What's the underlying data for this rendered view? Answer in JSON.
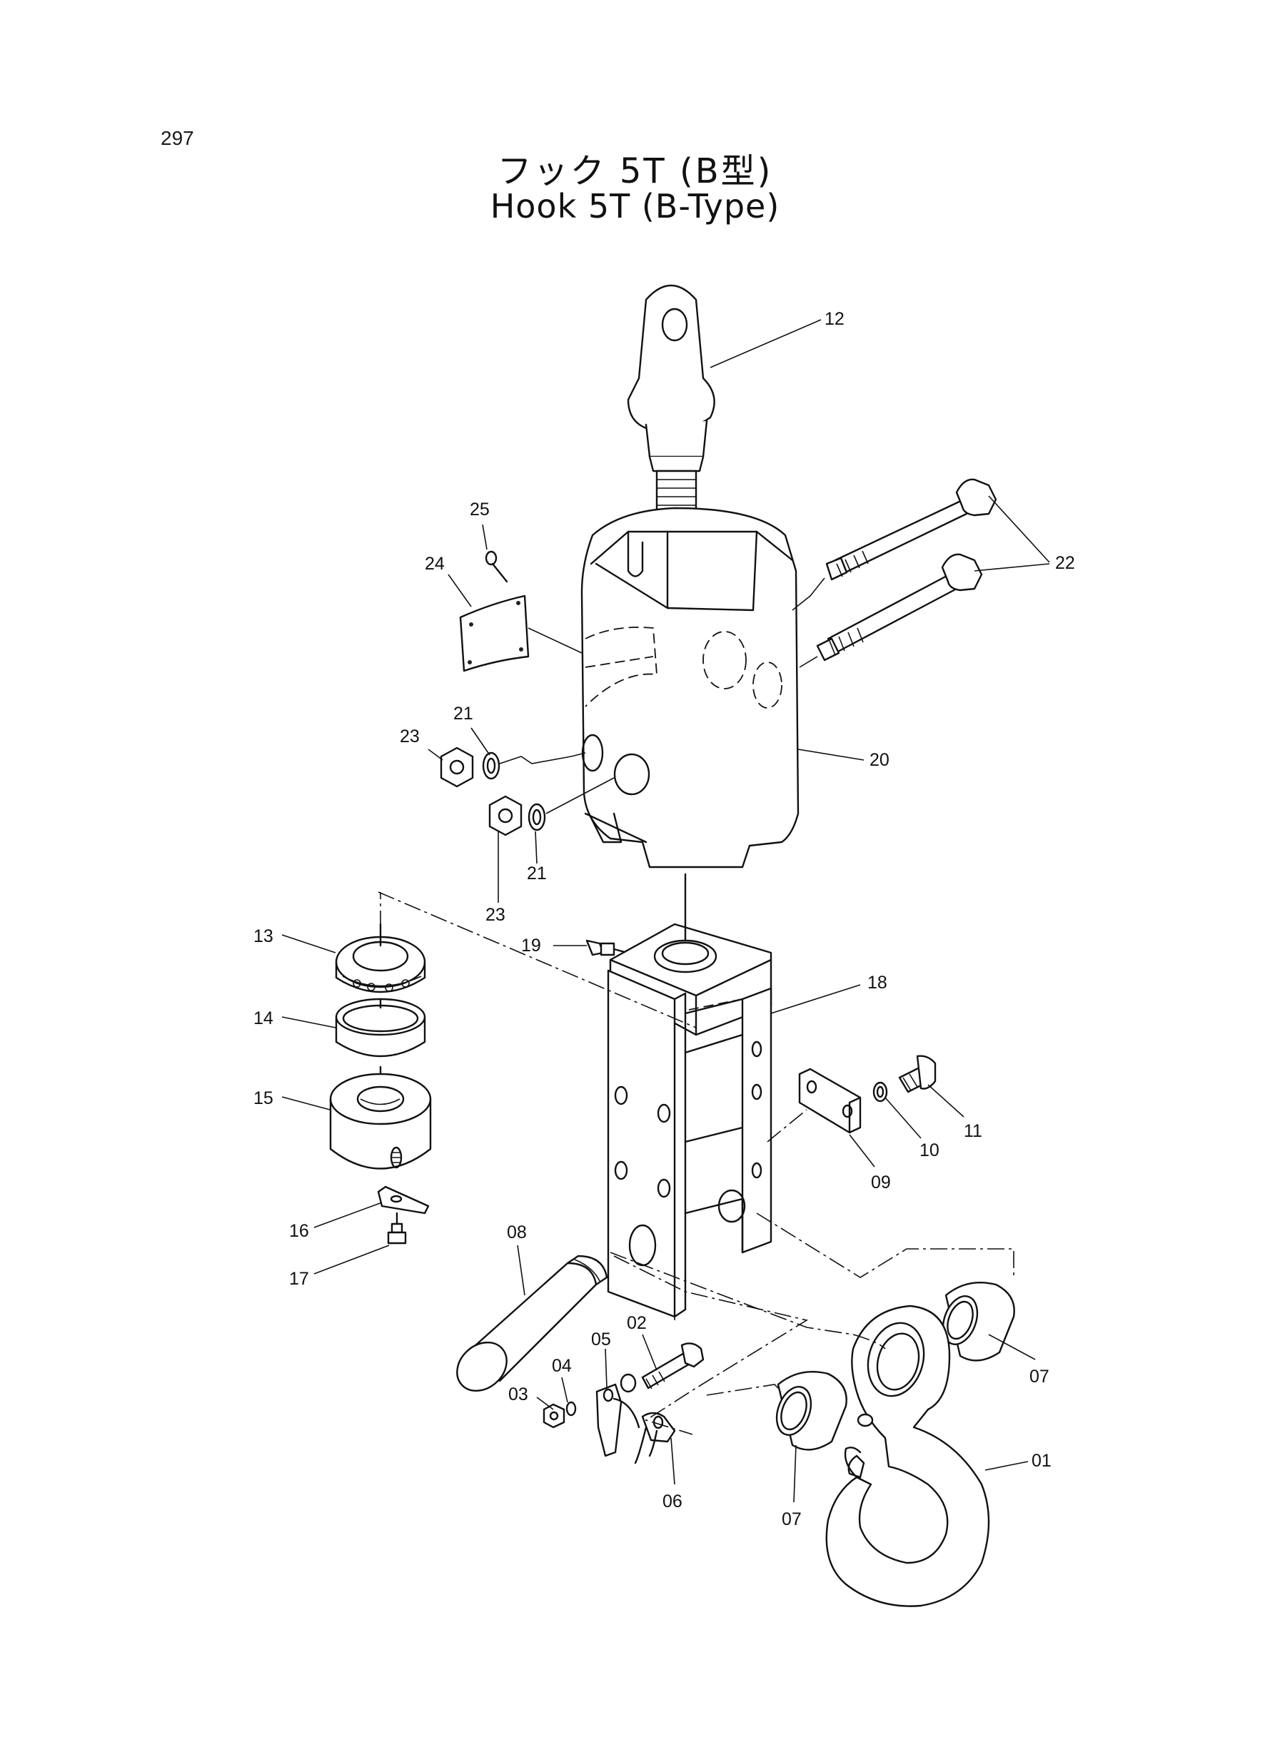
{
  "page_number": "297",
  "title_jp": "フック 5T (B型)",
  "title_en": "Hook 5T (B-Type)",
  "callouts": {
    "c01": "01",
    "c02": "02",
    "c03": "03",
    "c04": "04",
    "c05": "05",
    "c06": "06",
    "c07a": "07",
    "c07b": "07",
    "c08": "08",
    "c09": "09",
    "c10": "10",
    "c11": "11",
    "c12": "12",
    "c13": "13",
    "c14": "14",
    "c15": "15",
    "c16": "16",
    "c17": "17",
    "c18": "18",
    "c19": "19",
    "c20": "20",
    "c21a": "21",
    "c21b": "21",
    "c22": "22",
    "c23a": "23",
    "c23b": "23",
    "c24": "24",
    "c25": "25"
  }
}
